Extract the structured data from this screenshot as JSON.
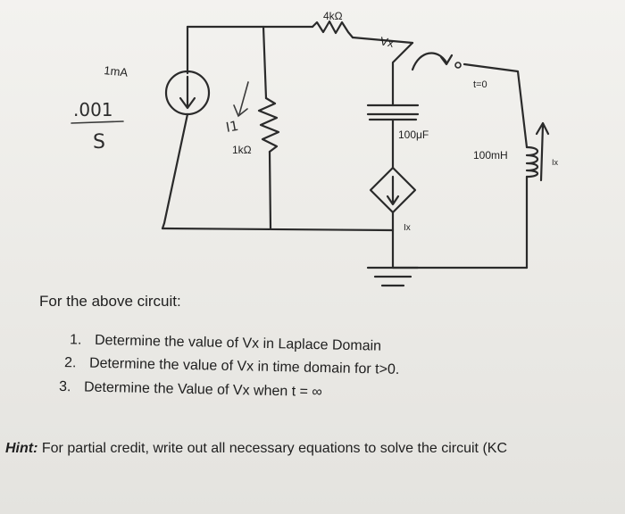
{
  "circuit": {
    "labels": {
      "r_series": "4kΩ",
      "vx": "Vx",
      "switch": "t=0",
      "source": "1mA",
      "r_shunt": "1kΩ",
      "capacitor": "100μF",
      "inductor": "100mH",
      "ix_dep": "Ix",
      "ix_inductor": "Ix"
    },
    "handwriting": {
      "fraction_top": ".001",
      "fraction_bottom": "S",
      "i1": "I1"
    }
  },
  "document": {
    "heading": "For the above circuit:",
    "questions": [
      {
        "num": "1.",
        "text": "Determine the value of Vx in Laplace Domain"
      },
      {
        "num": "2.",
        "text": "Determine the value of Vx in time domain for t>0."
      },
      {
        "num": "3.",
        "text": "Determine the Value of Vx when t = ∞"
      }
    ],
    "hint_label": "Hint:",
    "hint_text": " For partial credit, write out all necessary equations to solve the circuit (KC"
  }
}
